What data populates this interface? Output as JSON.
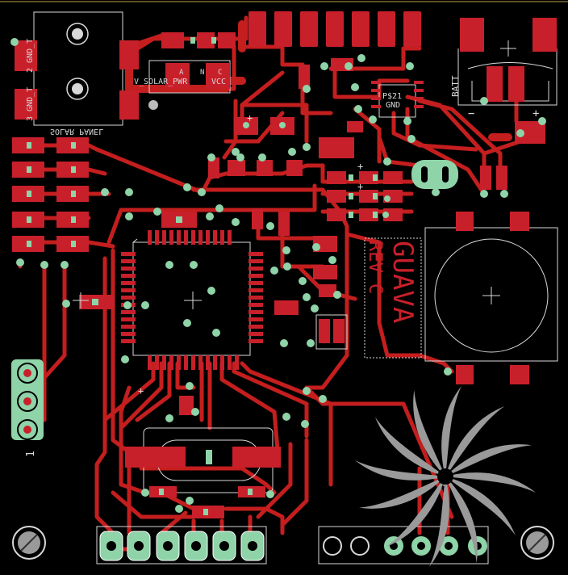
{
  "board": {
    "revision_label": "GUAVA REV C",
    "revision_word": "GUAVA",
    "revision_sub": "REV C",
    "labels": {
      "solar_panel": "SOLAR PANEL",
      "gnd_t_2": "2 GND_T",
      "gnd_t_3": "3 GND_T",
      "v_solar_pwr": "V_SOLAR_PWR",
      "vcc": "VCC",
      "pin_a": "A",
      "pin_n": "N",
      "pin_c": "C",
      "batt": "BATT",
      "ps21": "P$21",
      "gnd": "GND",
      "header_1": "1"
    },
    "colors": {
      "background": "#000000",
      "copper_top": "#c41e1e",
      "pad_copper": "#c8202a",
      "via": "#8fd3a8",
      "silkscreen": "#d8d8d8",
      "hole": "#9a9a9a",
      "logo": "#9a9a9a",
      "frame": "#b8a040"
    },
    "icons": [
      "mounting-hole-icon",
      "swirl-logo-icon",
      "crosshair-icon"
    ]
  }
}
